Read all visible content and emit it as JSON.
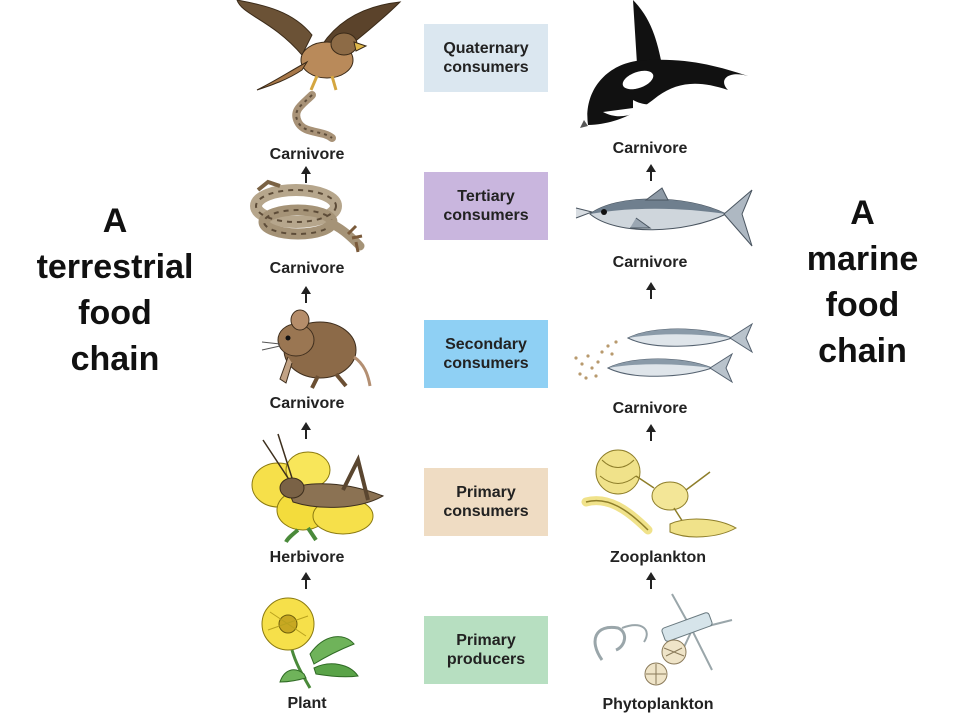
{
  "left_title": "A\nterrestrial\nfood\nchain",
  "right_title": "A\nmarine\nfood\nchain",
  "levels": [
    {
      "label": "Quaternary\nconsumers",
      "color": "#dbe7f0"
    },
    {
      "label": "Tertiary\nconsumers",
      "color": "#c9b6de"
    },
    {
      "label": "Secondary\nconsumers",
      "color": "#8fd0f4"
    },
    {
      "label": "Primary\nconsumers",
      "color": "#efdcc3"
    },
    {
      "label": "Primary\nproducers",
      "color": "#b7dfc1"
    }
  ],
  "terrestrial_captions": [
    "Carnivore",
    "Carnivore",
    "Carnivore",
    "Herbivore",
    "Plant"
  ],
  "marine_captions": [
    "Carnivore",
    "Carnivore",
    "Carnivore",
    "Zooplankton",
    "Phytoplankton"
  ],
  "terrestrial_organisms": [
    "hawk-icon",
    "snake-icon",
    "mouse-icon",
    "grasshopper-icon",
    "plant-icon"
  ],
  "marine_organisms": [
    "killer-whale-icon",
    "tuna-icon",
    "herring-icon",
    "zooplankton-icon",
    "phytoplankton-icon"
  ]
}
